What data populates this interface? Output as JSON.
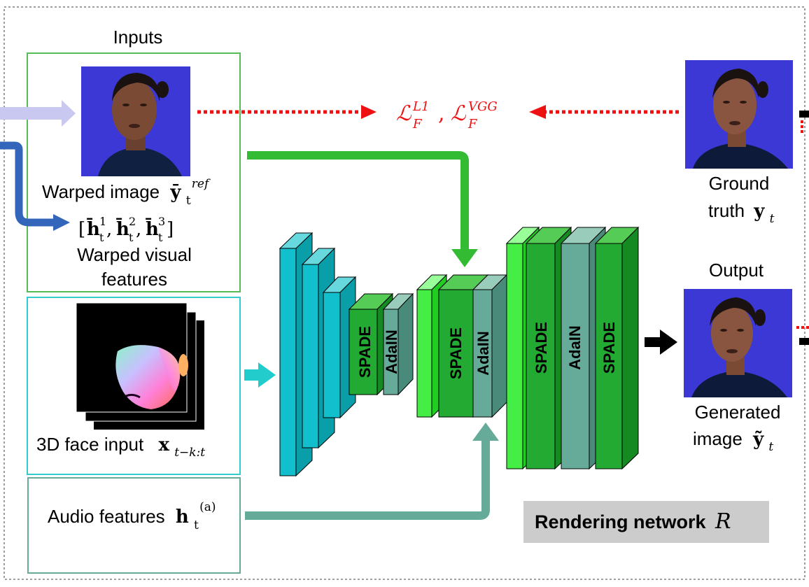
{
  "inputs_title": "Inputs",
  "warped_image": {
    "label": "Warped image",
    "symbol_base": "ȳ",
    "symbol_sub": "t",
    "symbol_sup": "ref"
  },
  "warped_features": {
    "vector": "[h̄",
    "vector_items": [
      {
        "base": "h̄",
        "sub": "t",
        "sup": "1"
      },
      {
        "base": "h̄",
        "sub": "t",
        "sup": "2"
      },
      {
        "base": "h̄",
        "sub": "t",
        "sup": "3"
      }
    ],
    "label_line1": "Warped visual",
    "label_line2": "features"
  },
  "face_input": {
    "label": "3D face input",
    "symbol_base": "x",
    "symbol_sub": "t−k:t"
  },
  "audio": {
    "label": "Audio features",
    "symbol_base": "h",
    "symbol_sub": "t",
    "symbol_sup": "(a)"
  },
  "loss": {
    "base1": "ℒ",
    "sub1": "F",
    "sup1": "L1",
    "sep": ",",
    "base2": "ℒ",
    "sub2": "F",
    "sup2": "VGG"
  },
  "ground_truth": {
    "line1": "Ground",
    "line2": "truth",
    "symbol_base": "y",
    "symbol_sub": "t"
  },
  "output": {
    "title": "Output",
    "line1": "Generated",
    "line2": "image",
    "symbol_base": "ỹ",
    "symbol_sub": "t"
  },
  "network": {
    "label": "Rendering network",
    "symbol": "R",
    "blocks": [
      "SPADE",
      "AdaIN",
      "SPADE",
      "AdaIN",
      "SPADE",
      "AdaIN",
      "SPADE"
    ]
  },
  "colors": {
    "loss": "#ee1111",
    "green_arrow": "#33bb33",
    "teal_arrow": "#66aa99",
    "cyan_arrow": "#22cccc",
    "blue_arrow": "#3366bb",
    "lavender_arrow": "#c8c8f0",
    "encoder": "#11c0cc",
    "spade": "#22aa33",
    "adain": "#66aa99",
    "light_green": "#44ee44",
    "gray_box": "#cccccc",
    "portrait_bg": "#3b38d6"
  }
}
